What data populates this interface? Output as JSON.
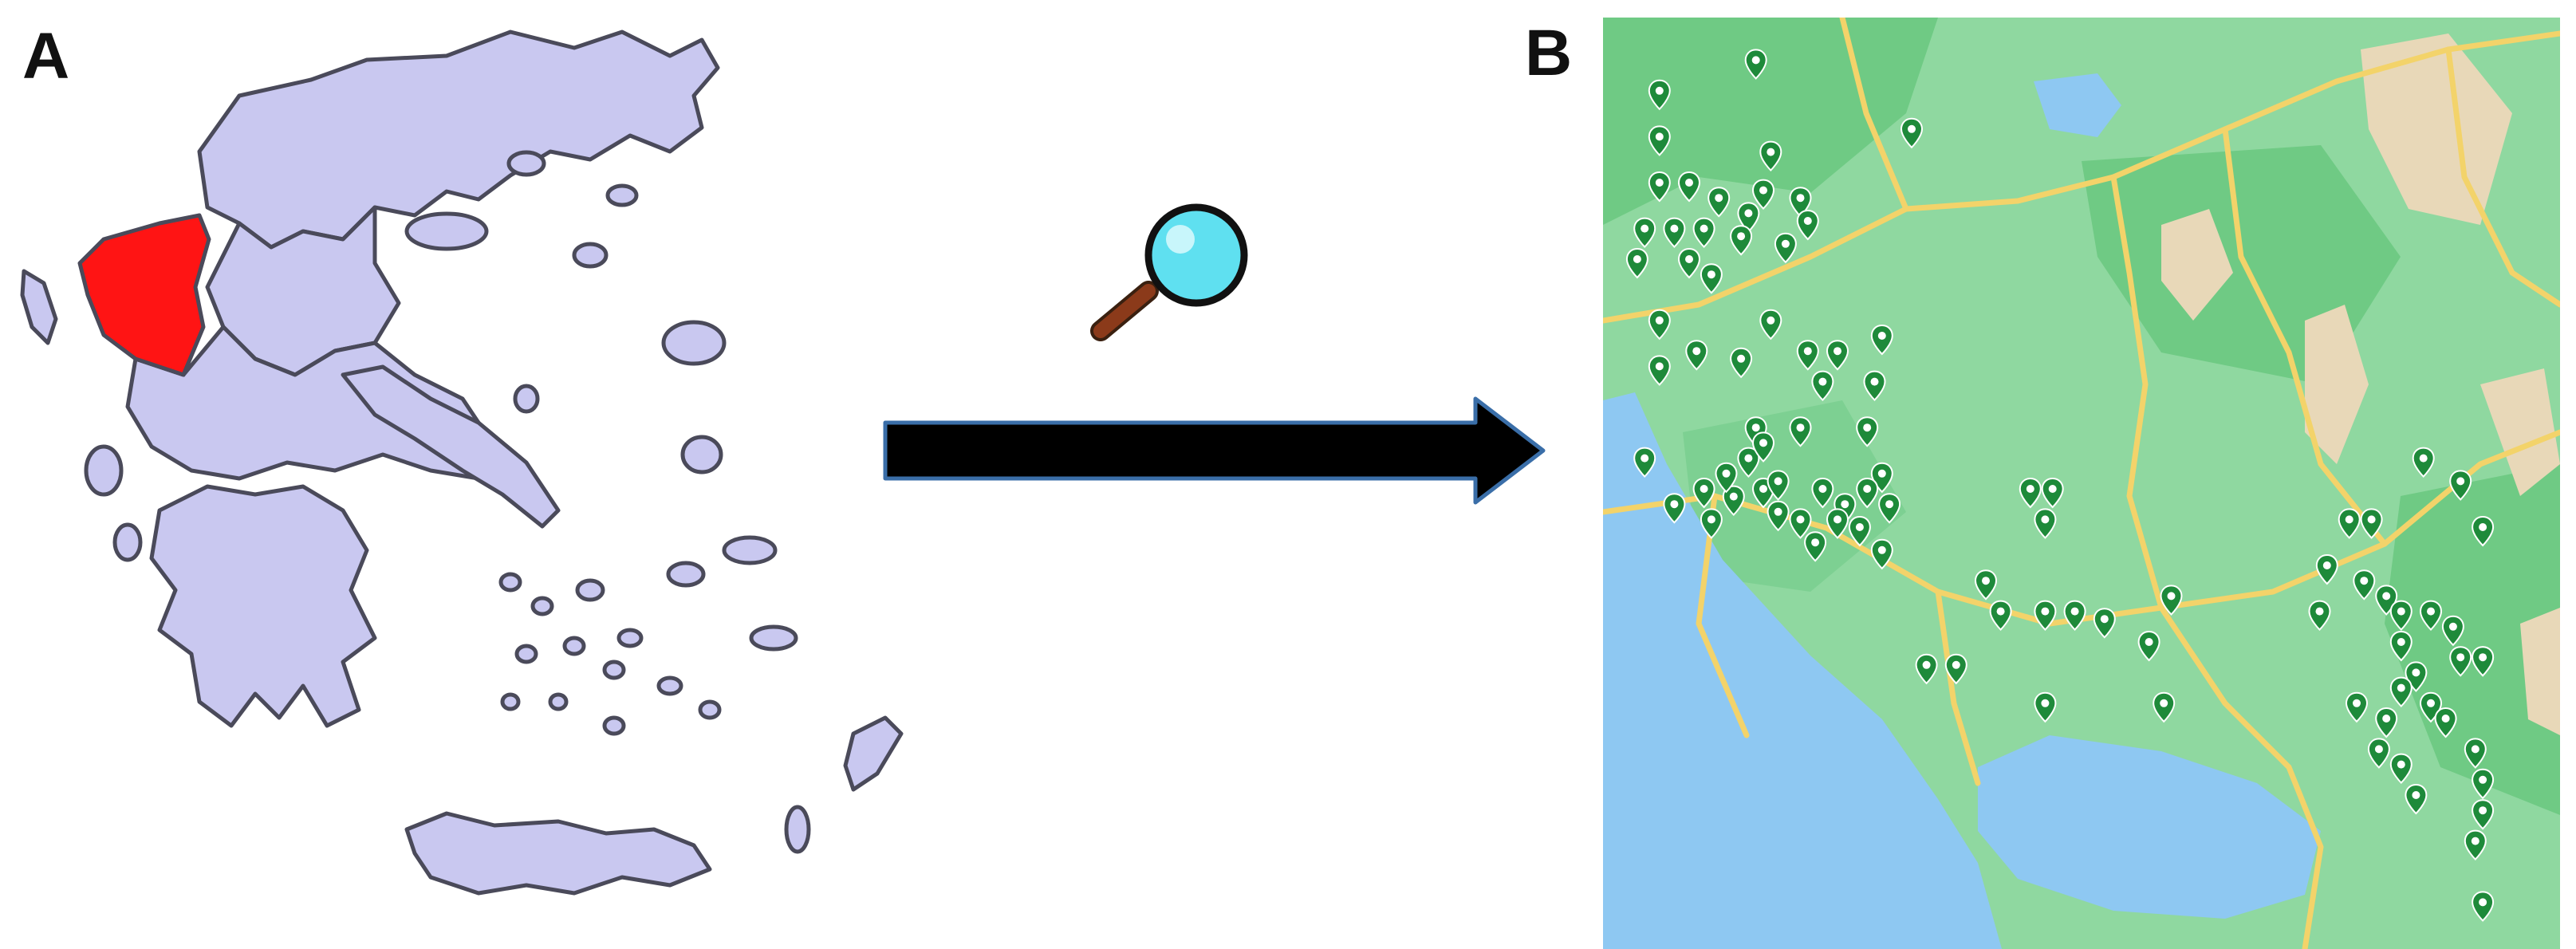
{
  "panels": {
    "left_label": "A",
    "right_label": "B"
  },
  "colors": {
    "region_fill": "#c9c8f0",
    "region_stroke": "#4a4a5a",
    "highlight_fill": "#ff1414",
    "arrow_fill": "#000000",
    "arrow_outline": "#3a6ea8",
    "lens_fill": "#5fe0f0",
    "handle_fill": "#8b3a1a",
    "map_land": "#8fd8a0",
    "map_forest": "#6fca84",
    "map_mountain": "#e8d8b8",
    "map_water": "#8ec8f2",
    "map_road": "#f3d36a",
    "pin_fill": "#1e8a3a"
  },
  "icons": [
    "magnifier-icon",
    "right-arrow-icon",
    "map-pin-icon"
  ],
  "map_b": {
    "pin_count": 98
  }
}
